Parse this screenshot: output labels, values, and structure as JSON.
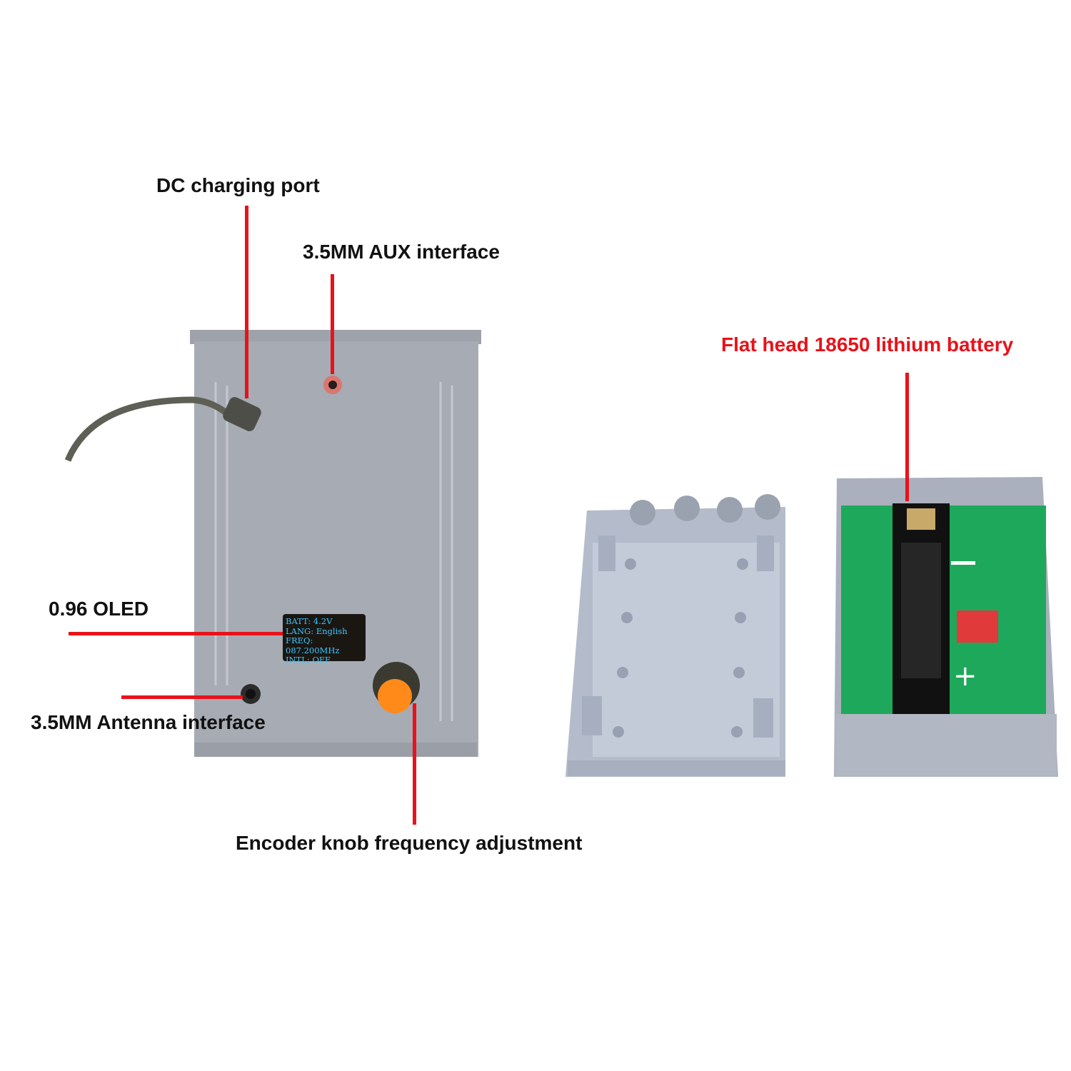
{
  "labels": {
    "dc_port": "DC charging port",
    "aux": "3.5MM AUX interface",
    "oled": "0.96 OLED",
    "antenna": "3.5MM Antenna interface",
    "encoder": "Encoder knob frequency adjustment",
    "battery": "Flat head 18650 lithium battery"
  },
  "oled_screen": {
    "lines": [
      "BATT: 4.2V",
      "LANG: English",
      "FREQ: 087.200MHz",
      "INTL: OFF"
    ]
  },
  "colors": {
    "annotation_red": "#e8121a",
    "enclosure": "#a9adb6",
    "pcb": "#1fa85a",
    "knob": "#ff8a1a"
  }
}
